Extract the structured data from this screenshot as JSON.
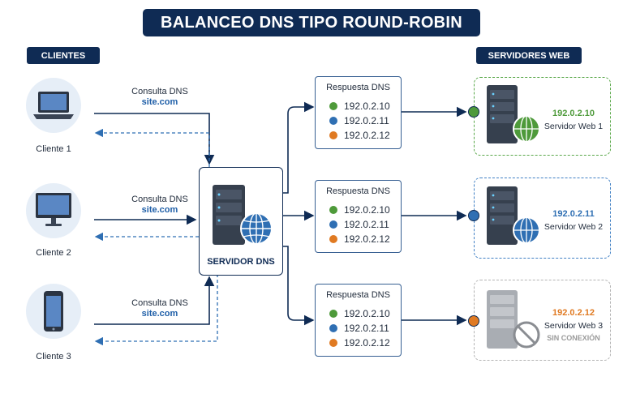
{
  "title": "BALANCEO DNS TIPO ROUND-ROBIN",
  "sections": {
    "clients": "CLIENTES",
    "servers": "SERVIDORES WEB"
  },
  "clients": [
    {
      "label": "Cliente 1",
      "device": "laptop-icon",
      "query": "Consulta DNS",
      "host": "site.com"
    },
    {
      "label": "Cliente 2",
      "device": "monitor-icon",
      "query": "Consulta DNS",
      "host": "site.com"
    },
    {
      "label": "Cliente 3",
      "device": "phone-icon",
      "query": "Consulta DNS",
      "host": "site.com"
    }
  ],
  "dns_server": {
    "label": "SERVIDOR DNS"
  },
  "responses": [
    {
      "title": "Respuesta DNS",
      "ips": [
        "192.0.2.10",
        "192.0.2.11",
        "192.0.2.12"
      ]
    },
    {
      "title": "Respuesta DNS",
      "ips": [
        "192.0.2.10",
        "192.0.2.11",
        "192.0.2.12"
      ]
    },
    {
      "title": "Respuesta DNS",
      "ips": [
        "192.0.2.10",
        "192.0.2.11",
        "192.0.2.12"
      ]
    }
  ],
  "web_servers": [
    {
      "ip": "192.0.2.10",
      "name": "Servidor Web 1",
      "status": "",
      "color": "#4e9a3a",
      "border": "#5aa84a"
    },
    {
      "ip": "192.0.2.11",
      "name": "Servidor Web 2",
      "status": "",
      "color": "#2f6fb3",
      "border": "#3f7fc4"
    },
    {
      "ip": "192.0.2.12",
      "name": "Servidor Web 3",
      "status": "SIN CONEXIÓN",
      "color": "#e07a22",
      "border": "#a8a8a8"
    }
  ],
  "colors": {
    "navy": "#0f2b54",
    "green": "#4e9a3a",
    "blue": "#2f6fb3",
    "orange": "#e07a22",
    "gray": "#a8a8a8"
  }
}
